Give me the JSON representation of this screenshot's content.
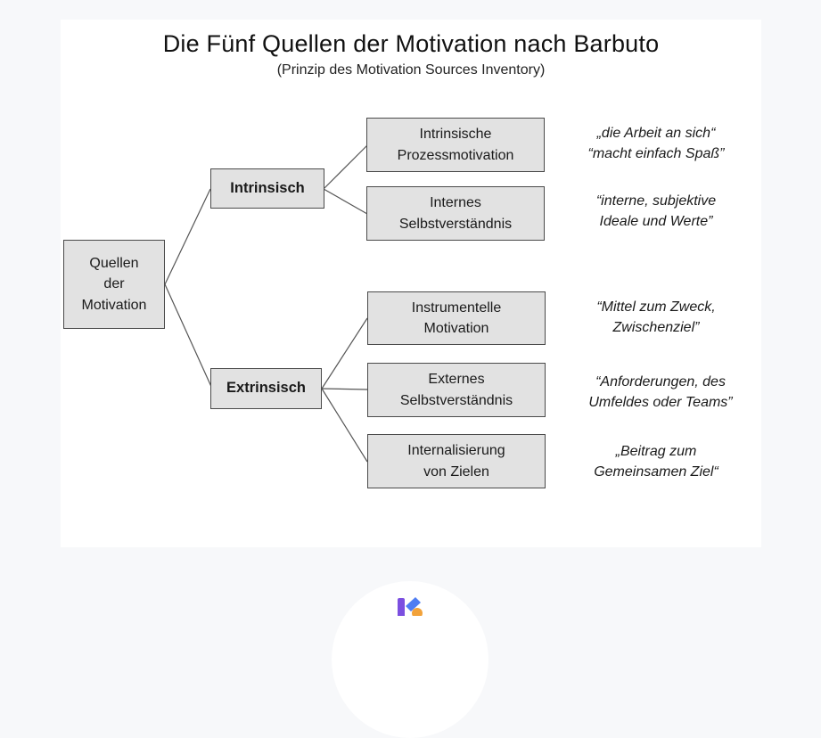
{
  "diagram": {
    "title": "Die Fünf Quellen der Motivation nach Barbuto",
    "subtitle": "(Prinzip des Motivation Sources Inventory)",
    "root": "Quellen\nder\nMotivation",
    "groups": {
      "intrinsic": "Intrinsisch",
      "extrinsic": "Extrinsisch"
    },
    "sources": [
      {
        "label": "Intrinsische\nProzessmotivation",
        "quote": "„die Arbeit an sich“\n“macht einfach Spaß”"
      },
      {
        "label": "Internes\nSelbstverständnis",
        "quote": "“interne, subjektive\nIdeale und Werte”"
      },
      {
        "label": "Instrumentelle\nMotivation",
        "quote": "“Mittel zum Zweck,\nZwischenziel”"
      },
      {
        "label": "Externes\nSelbstverständnis",
        "quote": "“Anforderungen, des\nUmfeldes oder Teams”"
      },
      {
        "label": "Internalisierung\nvon Zielen",
        "quote": "„Beitrag zum\nGemeinsamen Ziel“"
      }
    ]
  },
  "logo": {
    "icon": "k-logo-icon",
    "colors": {
      "purple": "#7b4fe0",
      "blue": "#4f7df3",
      "orange": "#f2a23a"
    }
  }
}
